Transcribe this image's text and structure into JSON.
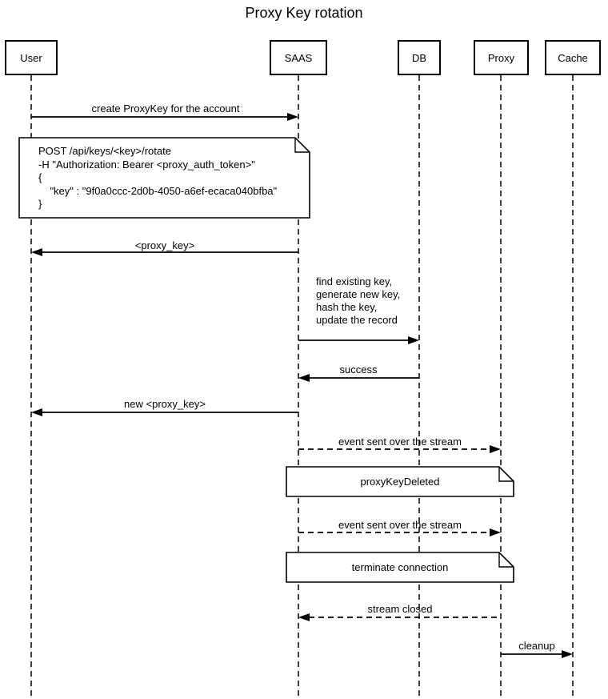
{
  "title": "Proxy Key rotation",
  "colors": {
    "ink": "#000000",
    "background": "#ffffff",
    "note_fill": "#ffffff"
  },
  "actors": [
    {
      "label": "User"
    },
    {
      "label": "SAAS"
    },
    {
      "label": "DB"
    },
    {
      "label": "Proxy"
    },
    {
      "label": "Cache"
    }
  ],
  "messages": [
    {
      "label": "create ProxyKey for the account",
      "from": "User",
      "to": "SAAS",
      "line": "solid"
    },
    {
      "label": "<proxy_key>",
      "from": "SAAS",
      "to": "User",
      "line": "solid"
    },
    {
      "label_lines": [
        "find existing key,",
        "generate new key,",
        "hash the key,",
        "update the record"
      ],
      "from": "SAAS",
      "to": "DB",
      "line": "solid"
    },
    {
      "label": "success",
      "from": "DB",
      "to": "SAAS",
      "line": "solid"
    },
    {
      "label": "new <proxy_key>",
      "from": "SAAS",
      "to": "User",
      "line": "solid"
    },
    {
      "label": "event sent over the stream",
      "from": "SAAS",
      "to": "Proxy",
      "line": "dashed"
    },
    {
      "label": "event sent over the stream",
      "from": "SAAS",
      "to": "Proxy",
      "line": "dashed"
    },
    {
      "label": "stream closed",
      "from": "Proxy",
      "to": "SAAS",
      "line": "dashed"
    },
    {
      "label": "cleanup",
      "from": "Proxy",
      "to": "Cache",
      "line": "solid"
    }
  ],
  "notes": [
    {
      "lines": [
        "POST /api/keys/<key>/rotate",
        "-H \"Authorization: Bearer <proxy_auth_token>\"",
        "{",
        "    \"key\" : \"9f0a0ccc-2d0b-4050-a6ef-ecaca040bfba\"",
        "}"
      ]
    },
    {
      "text": "proxyKeyDeleted"
    },
    {
      "text": "terminate connection"
    }
  ]
}
